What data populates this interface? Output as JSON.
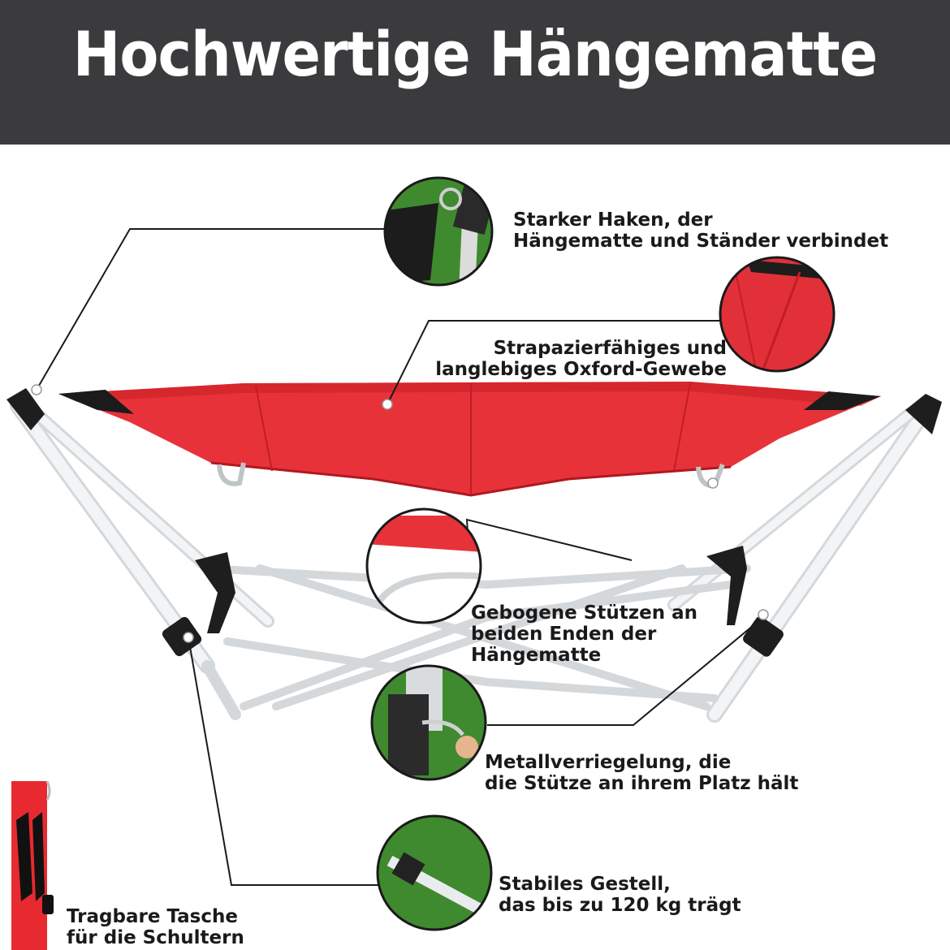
{
  "title": "Hochwertige Hängematte",
  "colors": {
    "header_bg": "#3b3b3d",
    "fabric_red": "#e8323a",
    "frame": "#e9ecee",
    "grass": "#3d7a2a"
  },
  "callouts": {
    "hook": {
      "line1": "Starker Haken, der",
      "line2": "Hängematte und Ständer verbindet"
    },
    "fabric": {
      "line1": "Strapazierfähiges und",
      "line2": "langlebiges Oxford-Gewebe"
    },
    "supports": {
      "line1": "Gebogene Stützen an",
      "line2": "beiden Enden der",
      "line3": "Hängematte"
    },
    "lock": {
      "line1": "Metallverriegelung, die",
      "line2": "die Stütze an ihrem Platz hält"
    },
    "frame": {
      "line1": "Stabiles Gestell,",
      "line2": "das bis zu 120 kg trägt"
    },
    "bag": {
      "line1": "Tragbare Tasche",
      "line2": "für die Schultern"
    }
  }
}
